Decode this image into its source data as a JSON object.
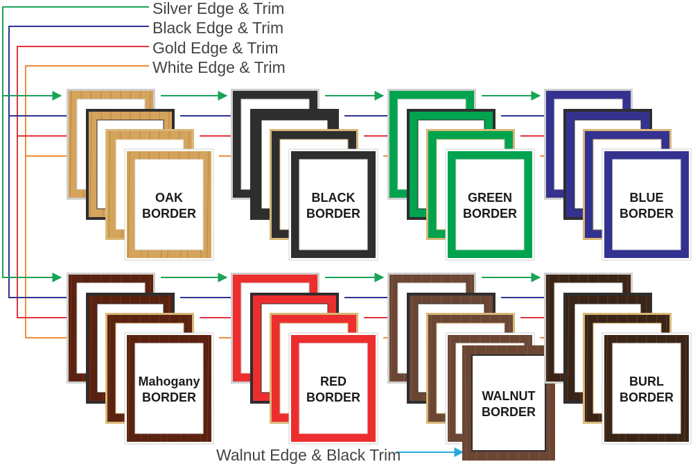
{
  "legend": [
    {
      "label": "Silver Edge & Trim",
      "color": "#19a356"
    },
    {
      "label": "Black Edge & Trim",
      "color": "#2e3192"
    },
    {
      "label": "Gold Edge & Trim",
      "color": "#e1343c"
    },
    {
      "label": "White Edge & Trim",
      "color": "#f28c35"
    }
  ],
  "footer_label": "Walnut Edge & Black Trim",
  "footer_color": "#28a9e0",
  "edge_colors": [
    "#cfcfcf",
    "#2e2e2e",
    "#d9b878",
    "#ffffff"
  ],
  "borders": [
    {
      "line1": "OAK",
      "line2": "BORDER",
      "color": "#d4a35c",
      "grain": "#b0782f"
    },
    {
      "line1": "BLACK",
      "line2": "BORDER",
      "color": "#2e2e2e",
      "grain": ""
    },
    {
      "line1": "GREEN",
      "line2": "BORDER",
      "color": "#00a34e",
      "grain": ""
    },
    {
      "line1": "BLUE",
      "line2": "BORDER",
      "color": "#34328f",
      "grain": ""
    },
    {
      "line1": "Mahogany",
      "line2": "BORDER",
      "color": "#5a2210",
      "grain": "#8a3a1c"
    },
    {
      "line1": "RED",
      "line2": "BORDER",
      "color": "#ec2e2f",
      "grain": ""
    },
    {
      "line1": "WALNUT",
      "line2": "BORDER",
      "color": "#6a4633",
      "grain": "#8c6650"
    },
    {
      "line1": "BURL",
      "line2": "BORDER",
      "color": "#3a2416",
      "grain": "#6e4a30"
    }
  ]
}
